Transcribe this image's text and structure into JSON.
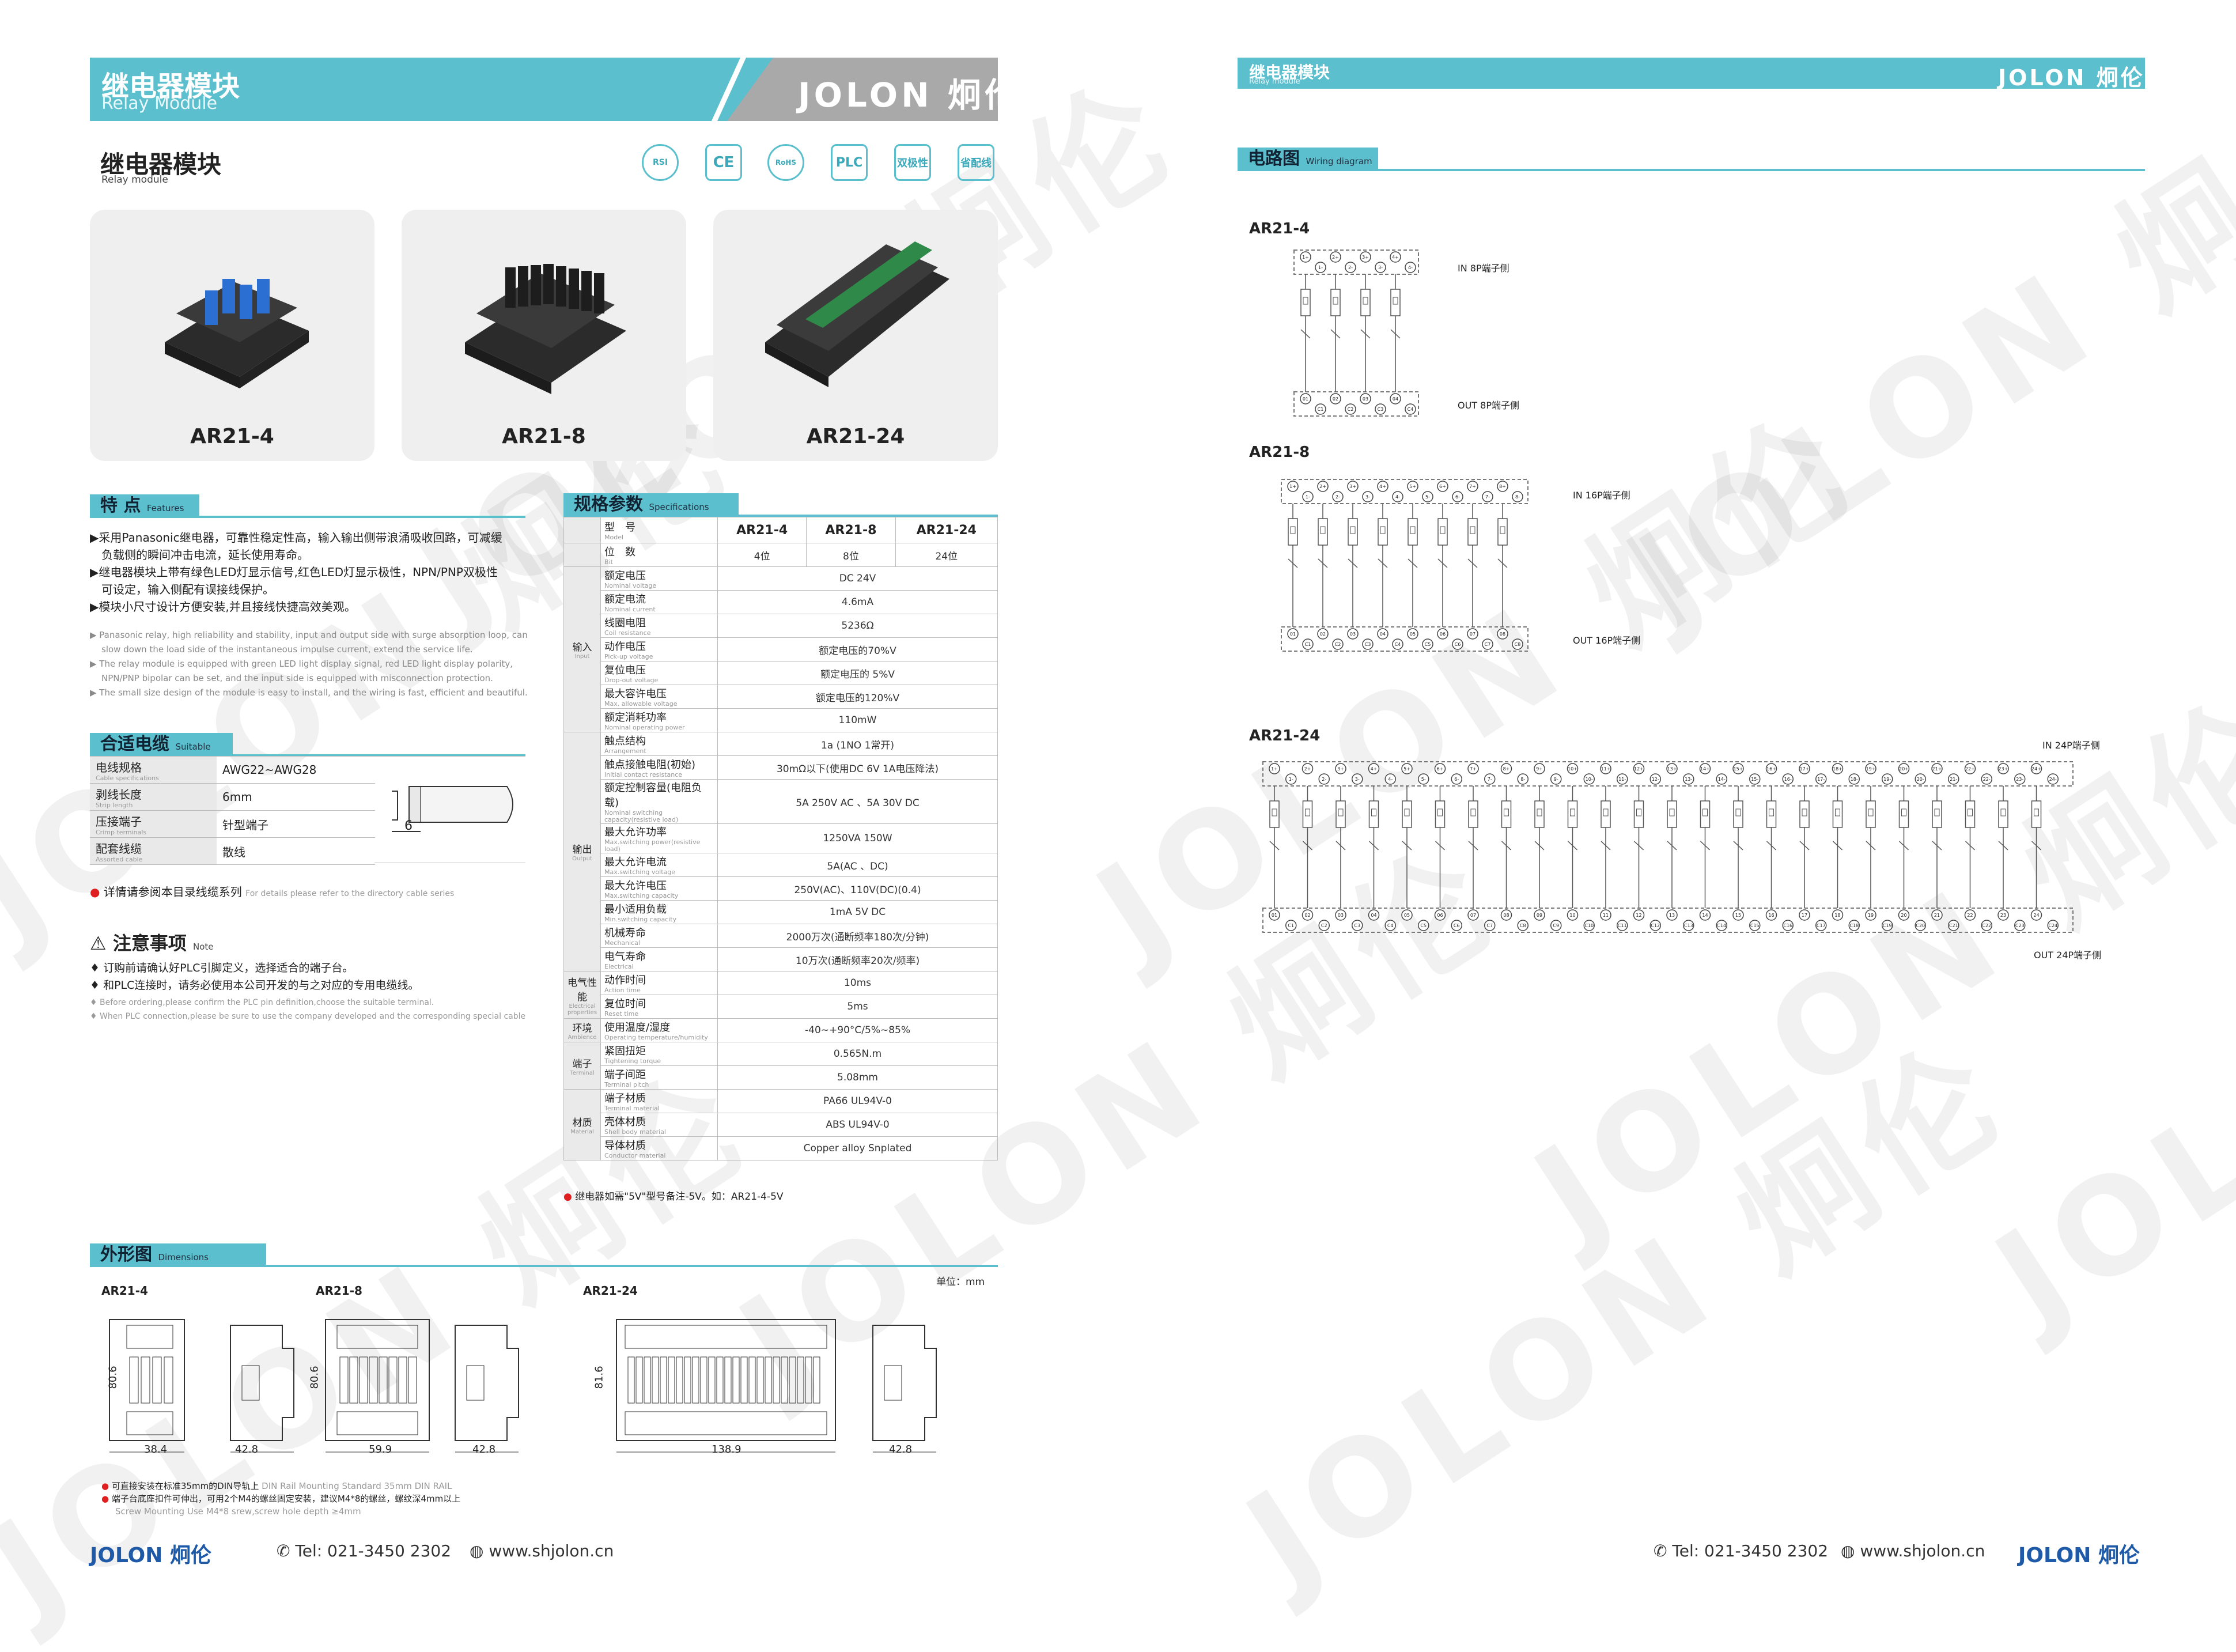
{
  "left": {
    "header": {
      "title_cn": "继电器模块",
      "title_en": "Relay Module",
      "brand": "JOLON",
      "brand_cn": "炯伦"
    },
    "product": {
      "title_cn": "继电器模块",
      "title_en": "Relay module"
    },
    "certs": [
      "RSI",
      "CE",
      "RoHS",
      "PLC",
      "双极性",
      "省配线"
    ],
    "products": [
      "AR21-4",
      "AR21-8",
      "AR21-24"
    ],
    "features": {
      "title_cn": "特 点",
      "title_en": "Features",
      "items": [
        "▶采用Panasonic继电器，可靠性稳定性高，输入输出侧带浪涌吸收回路，可减缓",
        "负载侧的瞬间冲击电流，延长使用寿命。",
        "▶继电器模块上带有绿色LED灯显示信号,红色LED灯显示极性，NPN/PNP双极性",
        "可设定，输入侧配有误接线保护。",
        "▶模块小尺寸设计方便安装,并且接线快捷高效美观。"
      ],
      "items_en": [
        "▶ Panasonic relay, high reliability and stability, input and output side with surge absorption loop, can",
        "slow down the load side of the instantaneous impulse current, extend the service life.",
        "▶ The relay module is equipped with green LED light display signal, red LED light display polarity,",
        "NPN/PNP bipolar can be set, and the input side is equipped with misconnection protection.",
        "▶ The small size design of the module is easy to install, and the wiring is fast, efficient and beautiful."
      ]
    },
    "cable": {
      "title_cn": "合适电缆",
      "title_en": "Suitable cable",
      "rows": [
        {
          "label": "电线规格",
          "label_en": "Cable specifications",
          "value": "AWG22~AWG28"
        },
        {
          "label": "剥线长度",
          "label_en": "Strip length",
          "value": "6mm"
        },
        {
          "label": "压接端子",
          "label_en": "Crimp terminals",
          "value": "针型端子"
        },
        {
          "label": "配套线缆",
          "label_en": "Assorted cable",
          "value": "散线"
        }
      ],
      "strip_dim": "6",
      "note": "详情请参阅本目录线缆系列",
      "note_en": "For details please refer to the directory cable series"
    },
    "notice": {
      "title_cn": "注意事项",
      "title_en": "Note",
      "items": [
        "♦ 订购前请确认好PLC引脚定义，选择适合的端子台。",
        "♦ 和PLC连接时，请务必使用本公司开发的与之对应的专用电缆线。"
      ],
      "items_en": [
        "♦ Before ordering,please confirm the PLC pin definition,choose the suitable terminal.",
        "♦ When PLC connection,please be sure to use the company developed and the corresponding special cable"
      ]
    },
    "spec": {
      "title_cn": "规格参数",
      "title_en": "Specifications",
      "head": {
        "label": "型　号",
        "label_en": "Model",
        "cols": [
          "AR21-4",
          "AR21-8",
          "AR21-24"
        ]
      },
      "bits": {
        "label": "位　数",
        "label_en": "Bit",
        "cols": [
          "4位",
          "8位",
          "24位"
        ]
      },
      "groups": [
        {
          "name": "输入",
          "name_en": "Input",
          "rows": [
            {
              "label": "额定电压",
              "en": "Nominal voltage",
              "value": "DC 24V"
            },
            {
              "label": "额定电流",
              "en": "Nominal current",
              "value": "4.6mA"
            },
            {
              "label": "线圈电阻",
              "en": "Coil resistance",
              "value": "5236Ω"
            },
            {
              "label": "动作电压",
              "en": "Pick-up voltage",
              "value": "额定电压的70%V"
            },
            {
              "label": "复位电压",
              "en": "Drop-out voltage",
              "value": "额定电压的 5%V"
            },
            {
              "label": "最大容许电压",
              "en": "Max. allowable voltage",
              "value": "额定电压的120%V"
            },
            {
              "label": "额定消耗功率",
              "en": "Nominal operating power",
              "value": "110mW"
            }
          ]
        },
        {
          "name": "输出",
          "name_en": "Output",
          "rows": [
            {
              "label": "触点结构",
              "en": "Arrangement",
              "value": "1a (1NO 1常开)"
            },
            {
              "label": "触点接触电阻(初始)",
              "en": "Initial contact resistance",
              "value": "30mΩ以下(使用DC 6V 1A电压降法)"
            },
            {
              "label": "额定控制容量(电阻负载)",
              "en": "Nominal switching capacity(resistive load)",
              "value": "5A 250V AC 、5A 30V DC"
            },
            {
              "label": "最大允许功率",
              "en": "Max.switching power(resistive load)",
              "value": "1250VA 150W"
            },
            {
              "label": "最大允许电流",
              "en": "Max.switching voltage",
              "value": "5A(AC 、DC)"
            },
            {
              "label": "最大允许电压",
              "en": "Max.switching capacity",
              "value": "250V(AC)、110V(DC)(0.4)"
            },
            {
              "label": "最小适用负载",
              "en": "Min.switching capacity",
              "value": "1mA 5V DC"
            },
            {
              "label": "机械寿命",
              "en": "Mechanical",
              "value": "2000万次(通断频率180次/分钟)"
            },
            {
              "label": "电气寿命",
              "en": "Electrical",
              "value": "10万次(通断频率20次/频率)"
            }
          ]
        },
        {
          "name": "电气性能",
          "name_en": "Electrical properties",
          "rows": [
            {
              "label": "动作时间",
              "en": "Action time",
              "value": "10ms"
            },
            {
              "label": "复位时间",
              "en": "Reset time",
              "value": "5ms"
            }
          ]
        },
        {
          "name": "环境",
          "name_en": "Ambience",
          "rows": [
            {
              "label": "使用温度/湿度",
              "en": "Operating temperature/humidity",
              "value": "-40~+90°C/5%~85%"
            }
          ]
        },
        {
          "name": "端子",
          "name_en": "Terminal",
          "rows": [
            {
              "label": "紧固扭矩",
              "en": "Tightening torque",
              "value": "0.565N.m"
            },
            {
              "label": "端子间距",
              "en": "Terminal pitch",
              "value": "5.08mm"
            }
          ]
        },
        {
          "name": "材质",
          "name_en": "Material",
          "rows": [
            {
              "label": "端子材质",
              "en": "Terminal material",
              "value": "PA66 UL94V-0"
            },
            {
              "label": "壳体材质",
              "en": "Shell body material",
              "value": "ABS UL94V-0"
            },
            {
              "label": "导体材质",
              "en": "Conductor material",
              "value": "Copper alloy Snplated"
            }
          ]
        }
      ],
      "footnote": "继电器如需\"5V\"型号备注-5V。如：AR21-4-5V"
    },
    "dimensions": {
      "title_cn": "外形图",
      "title_en": "Dimensions",
      "unit": "单位：mm",
      "items": [
        {
          "name": "AR21-4",
          "w": "38.4",
          "h": "80.6",
          "side": "42.8"
        },
        {
          "name": "AR21-8",
          "w": "59.9",
          "h": "80.6",
          "side": "42.8"
        },
        {
          "name": "AR21-24",
          "w": "138.9",
          "h": "81.6",
          "side": "42.8"
        }
      ],
      "notes": [
        "可直接安装在标准35mm的DIN导轨上",
        "端子台底座扣件可伸出，可用2个M4的螺丝固定安装，建议M4*8的螺丝，螺纹深4mm以上"
      ],
      "notes_en": [
        "DIN Rail Mounting Standard 35mm DIN RAIL",
        "Screw Mounting Use M4*8 srew,screw hole depth ≥4mm"
      ]
    },
    "footer": {
      "brand": "JOLON",
      "brand_cn": "炯伦",
      "tel": "Tel: 021-3450 2302",
      "web": "www.shjolon.cn"
    }
  },
  "right": {
    "header": {
      "title_cn": "继电器模块",
      "title_en": "Relay module",
      "brand": "JOLON",
      "brand_cn": "炯伦"
    },
    "wiring": {
      "title_cn": "电路图",
      "title_en": "Wiring diagram"
    },
    "diagrams": [
      {
        "name": "AR21-4",
        "n": 4,
        "in": "IN  8P端子侧",
        "out": "OUT  8P端子侧"
      },
      {
        "name": "AR21-8",
        "n": 8,
        "in": "IN  16P端子侧",
        "out": "OUT  16P端子侧"
      },
      {
        "name": "AR21-24",
        "n": 24,
        "in": "IN  24P端子侧",
        "out": "OUT  24P端子侧"
      }
    ],
    "footer": {
      "brand": "JOLON",
      "brand_cn": "炯伦",
      "tel": "Tel: 021-3450 2302",
      "web": "www.shjolon.cn"
    },
    "colors": {
      "accent": "#5bbfcd",
      "bullet": "#e02020"
    }
  }
}
